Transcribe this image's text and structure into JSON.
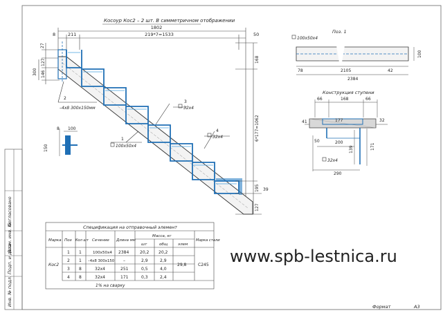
{
  "title": "Косоур Кос2 – 2 шт. В симметричном отображении",
  "stringer": {
    "dims": {
      "top_total": "1802",
      "top_step": "211",
      "top_repeat": "219*7=1533",
      "top_right": "50",
      "left_8": "8",
      "left_27": "27",
      "left_127": "127",
      "left_300": "300",
      "left_146": "146",
      "right_168": "168",
      "right_rise": "6*177=1062",
      "right_195": "195",
      "right_39": "39",
      "right_127": "127"
    },
    "callouts": {
      "c1": "1",
      "c1_profile": "100х50х4",
      "c2": "2",
      "c2_plate": "–4х8 300х150мм",
      "c3": "3",
      "c3_angle": "32х4",
      "c4": "4",
      "c4_angle": "32х4"
    }
  },
  "small_plate": {
    "w": "8",
    "h": "100",
    "v": "150"
  },
  "pos1": {
    "title": "Поз. 1",
    "profile": "100х50х4",
    "d78": "78",
    "d2105": "2105",
    "d42": "42",
    "d2384": "2384",
    "d100": "100"
  },
  "tread": {
    "title": "Конструкция ступени",
    "d66a": "66",
    "d168": "168",
    "d66b": "66",
    "d41": "41",
    "d32": "32",
    "d177": "177",
    "d50": "50",
    "d200": "200",
    "d139": "139",
    "d171": "171",
    "angle": "32х4",
    "d290": "290"
  },
  "spec": {
    "title": "Спецификация на отправочный элемент",
    "headers": {
      "mark": "Марка",
      "pos": "Поз",
      "qty": "Кол шт",
      "section": "Сечение",
      "length": "Длина мм",
      "mass": "Масса, кг",
      "sht": "шт",
      "total": "общ",
      "elem": "элем",
      "steel": "Марка стали"
    },
    "rows": [
      {
        "pos": "1",
        "qty": "1",
        "section": "100х50х4",
        "length": "2384",
        "sht": "20,2",
        "total": "20,2"
      },
      {
        "pos": "2",
        "qty": "1",
        "section": "–4х8 300х150",
        "length": "–",
        "sht": "2,9",
        "total": "2,9"
      },
      {
        "pos": "3",
        "qty": "8",
        "section": "32х4",
        "length": "251",
        "sht": "0,5",
        "total": "4,0"
      },
      {
        "pos": "4",
        "qty": "8",
        "section": "32х4",
        "length": "171",
        "sht": "0,3",
        "total": "2,4"
      }
    ],
    "mark_value": "Кос2",
    "elem_mass": "29,8",
    "steel_value": "С245",
    "footer": "1% на сварку"
  },
  "side_stamp": [
    "Согласовано",
    "Взам. инв. №",
    "Подп. и дата",
    "Инв. № подл."
  ],
  "format_label": "Формат",
  "format_value": "А3",
  "website": "www.spb-lestnica.ru"
}
